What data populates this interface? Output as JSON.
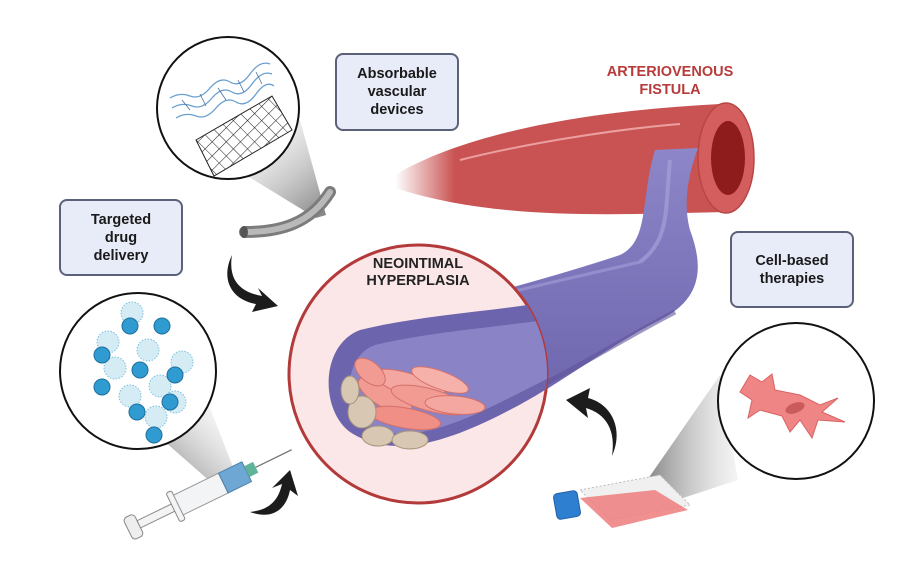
{
  "diagram": {
    "title_fistula": "ARTERIOVENOUS\nFISTULA",
    "title_center": "NEOINTIMAL\nHYPERPLASIA",
    "boxes": [
      {
        "label": "Absorbable\nvascular\ndevices"
      },
      {
        "label": "Targeted\ndrug\ndelivery"
      },
      {
        "label": "Cell-based\ntherapies"
      }
    ],
    "icons": [
      "stent-mesh-icon",
      "catheter-tube-icon",
      "nanoparticles-icon",
      "syringe-icon",
      "cell-culture-flask-icon",
      "fibroblast-cell-icon",
      "artery-icon",
      "vein-icon",
      "curved-arrow-icon"
    ],
    "colors": {
      "artery": "#c95352",
      "artery_lumen": "#8e1c1c",
      "vein": "#7b72b8",
      "vein_dark": "#5d549a",
      "center_circle_fill": "#fbe7e7",
      "center_circle_stroke": "#b33a3a",
      "box_fill": "#e8ebf8",
      "box_border": "#5b6178",
      "title_red": "#b83b3b",
      "nanoparticle": "#2f9bd0",
      "cell_pink": "#ef8585"
    }
  }
}
